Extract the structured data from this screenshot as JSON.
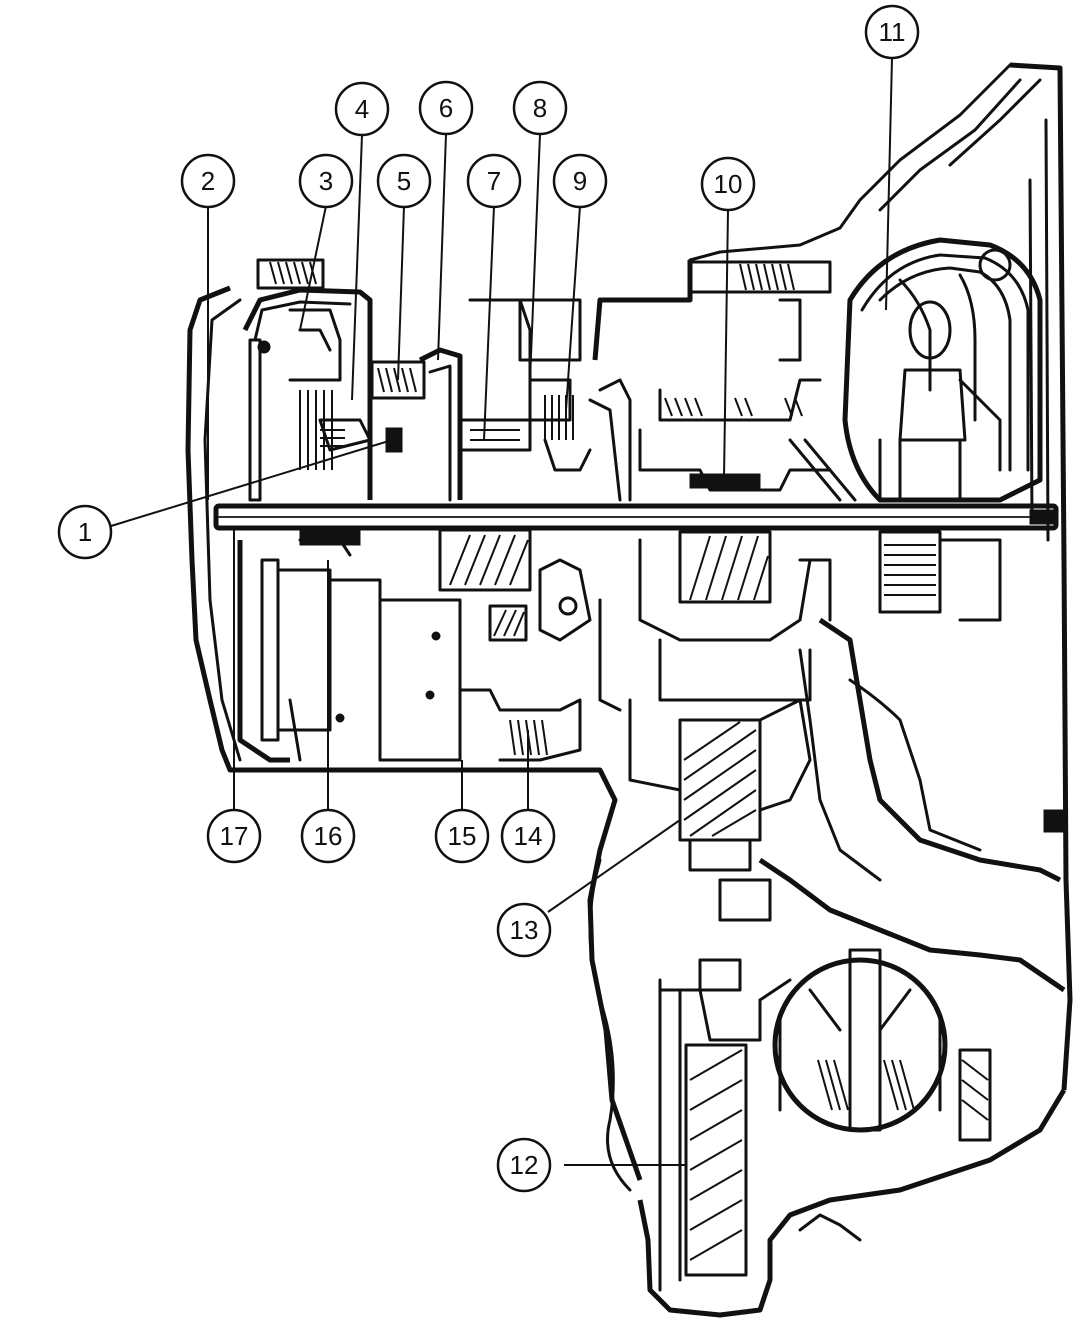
{
  "callouts": [
    {
      "id": "1",
      "label": "1"
    },
    {
      "id": "2",
      "label": "2"
    },
    {
      "id": "3",
      "label": "3"
    },
    {
      "id": "4",
      "label": "4"
    },
    {
      "id": "5",
      "label": "5"
    },
    {
      "id": "6",
      "label": "6"
    },
    {
      "id": "7",
      "label": "7"
    },
    {
      "id": "8",
      "label": "8"
    },
    {
      "id": "9",
      "label": "9"
    },
    {
      "id": "10",
      "label": "10"
    },
    {
      "id": "11",
      "label": "11"
    },
    {
      "id": "12",
      "label": "12"
    },
    {
      "id": "13",
      "label": "13"
    },
    {
      "id": "14",
      "label": "14"
    },
    {
      "id": "15",
      "label": "15"
    },
    {
      "id": "16",
      "label": "16"
    },
    {
      "id": "17",
      "label": "17"
    }
  ],
  "colors": {
    "ink": "#111111",
    "background": "#ffffff"
  }
}
